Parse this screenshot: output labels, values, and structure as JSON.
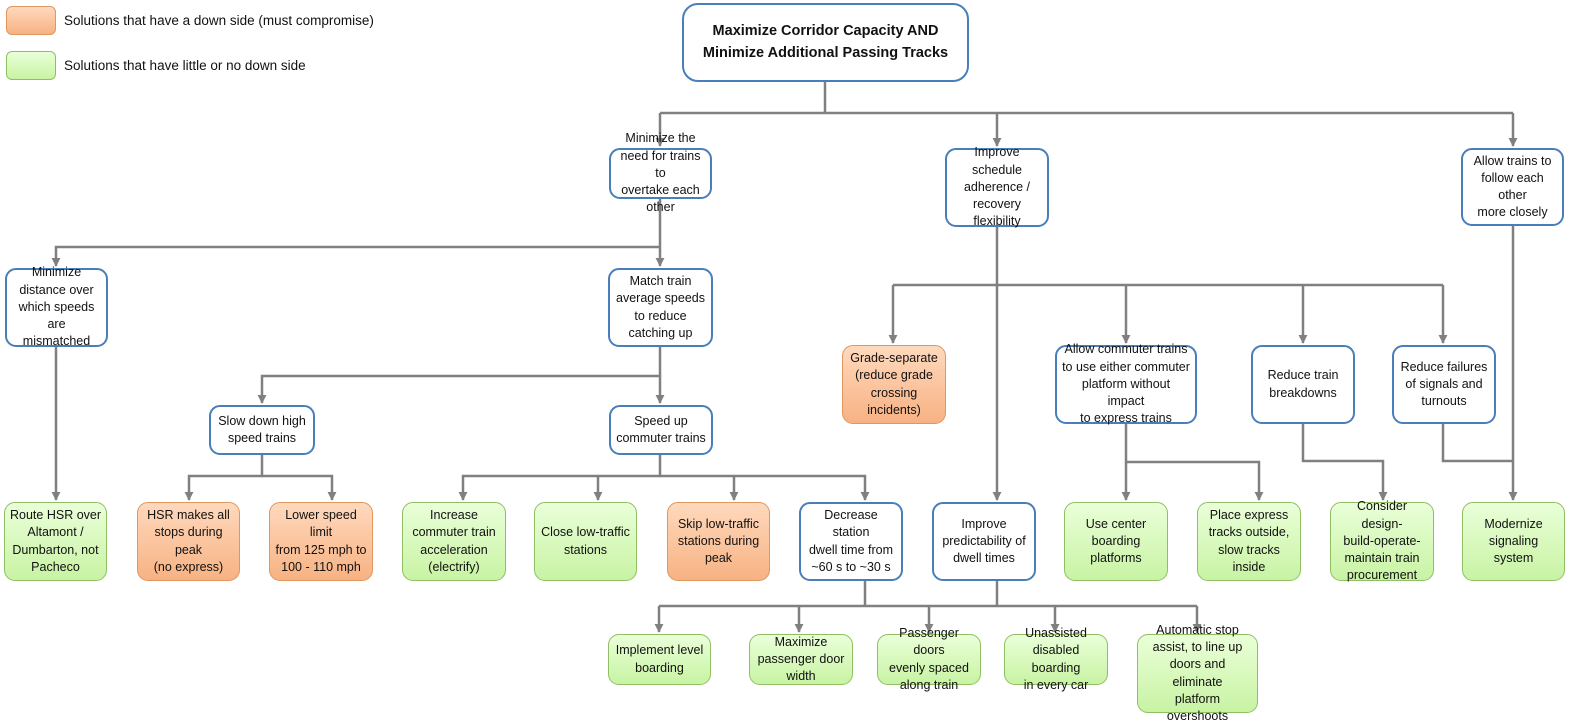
{
  "legend": {
    "items": [
      {
        "label": "Solutions that have a down side (must compromise)",
        "color": "#f7b283"
      },
      {
        "label": "Solutions that have little or no down side",
        "color": "#c8f3a3"
      }
    ]
  },
  "colors": {
    "connector": "#808080",
    "goal_border": "#4a7ebb",
    "good": "#c8f3a3",
    "compromise": "#f7b283"
  },
  "diagram": {
    "root": "Maximize Corridor Capacity AND\nMinimize Additional Passing Tracks",
    "min_overtake": "Minimize the\nneed for trains to\novertake each\nother",
    "schedule": "Improve schedule\nadherence /\nrecovery\nflexibility",
    "follow_closely": "Allow trains to\nfollow each other\nmore closely",
    "min_distance": "Minimize\ndistance over\nwhich speeds are\nmismatched",
    "match_speeds": "Match train\naverage speeds\nto reduce\ncatching up",
    "slow_hsr": "Slow down high\nspeed trains",
    "speed_commuter": "Speed up\ncommuter trains",
    "route_hsr": "Route HSR over\nAltamont /\nDumbarton, not\nPacheco",
    "hsr_all_stops": "HSR makes all\nstops during peak\n(no express)",
    "lower_speed": "Lower speed limit\nfrom 125 mph to\n100 - 110 mph",
    "increase_accel": "Increase\ncommuter train\nacceleration\n(electrify)",
    "close_stations": "Close low-traffic\nstations",
    "skip_stations": "Skip low-traffic\nstations during\npeak",
    "decrease_dwell": "Decrease station\ndwell time from\n~60 s to ~30 s",
    "grade_separate": "Grade-separate\n(reduce grade\ncrossing\nincidents)",
    "predictability": "Improve\npredictability of\ndwell times",
    "either_platform": "Allow commuter trains\nto use either commuter\nplatform without impact\nto express trains",
    "reduce_breakdowns": "Reduce train\nbreakdowns",
    "reduce_failures": "Reduce failures\nof signals and\nturnouts",
    "center_platforms": "Use center\nboarding\nplatforms",
    "express_outside": "Place express\ntracks outside,\nslow tracks inside",
    "design_build": "Consider design-\nbuild-operate-\nmaintain train\nprocurement",
    "modernize_signal": "Modernize\nsignaling system",
    "level_boarding": "Implement level\nboarding",
    "door_width": "Maximize\npassenger door\nwidth",
    "doors_spaced": "Passenger doors\nevenly spaced\nalong train",
    "disabled_boarding": "Unassisted\ndisabled boarding\nin every car",
    "stop_assist": "Automatic stop\nassist, to line up\ndoors and eliminate\nplatform overshoots"
  }
}
